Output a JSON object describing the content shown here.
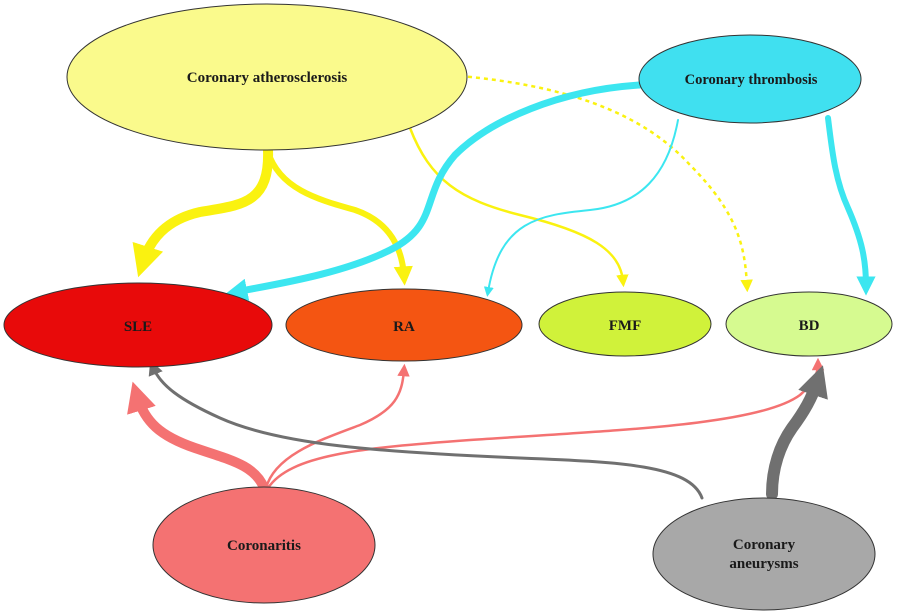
{
  "nodes": {
    "coronary_atherosclerosis": {
      "label": "Coronary atherosclerosis",
      "color": "#FAFA8C"
    },
    "coronary_thrombosis": {
      "label": "Coronary thrombosis",
      "color": "#40E0F0"
    },
    "sle": {
      "label": "SLE",
      "color": "#E80A0A"
    },
    "ra": {
      "label": "RA",
      "color": "#F45512"
    },
    "fmf": {
      "label": "FMF",
      "color": "#D0F23A"
    },
    "bd": {
      "label": "BD",
      "color": "#D6FA90"
    },
    "coronaritis": {
      "label": "Coronaritis",
      "color": "#F47272"
    },
    "coronary_aneurysms": {
      "label_line1": "Coronary",
      "label_line2": "aneurysms",
      "color": "#A8A8A8"
    }
  },
  "edges": [
    {
      "from": "Coronary atherosclerosis",
      "to": "SLE",
      "color": "#FAF210",
      "style": "solid",
      "weight": "heavy"
    },
    {
      "from": "Coronary atherosclerosis",
      "to": "RA",
      "color": "#FAF210",
      "style": "solid",
      "weight": "medium"
    },
    {
      "from": "Coronary atherosclerosis",
      "to": "FMF",
      "color": "#FAF210",
      "style": "solid",
      "weight": "thin"
    },
    {
      "from": "Coronary atherosclerosis",
      "to": "BD",
      "color": "#FAF210",
      "style": "dotted",
      "weight": "thin"
    },
    {
      "from": "Coronary thrombosis",
      "to": "SLE",
      "color": "#3CE6F0",
      "style": "solid",
      "weight": "heavy"
    },
    {
      "from": "Coronary thrombosis",
      "to": "RA",
      "color": "#3CE6F0",
      "style": "solid",
      "weight": "thin"
    },
    {
      "from": "Coronary thrombosis",
      "to": "BD",
      "color": "#3CE6F0",
      "style": "solid",
      "weight": "medium"
    },
    {
      "from": "Coronaritis",
      "to": "SLE",
      "color": "#F47272",
      "style": "solid",
      "weight": "heavy"
    },
    {
      "from": "Coronaritis",
      "to": "RA",
      "color": "#F47272",
      "style": "solid",
      "weight": "thin"
    },
    {
      "from": "Coronaritis",
      "to": "BD",
      "color": "#F47272",
      "style": "solid",
      "weight": "thin"
    },
    {
      "from": "Coronary aneurysms",
      "to": "SLE",
      "color": "#707070",
      "style": "solid",
      "weight": "thin"
    },
    {
      "from": "Coronary aneurysms",
      "to": "BD",
      "color": "#707070",
      "style": "solid",
      "weight": "heavy"
    }
  ]
}
